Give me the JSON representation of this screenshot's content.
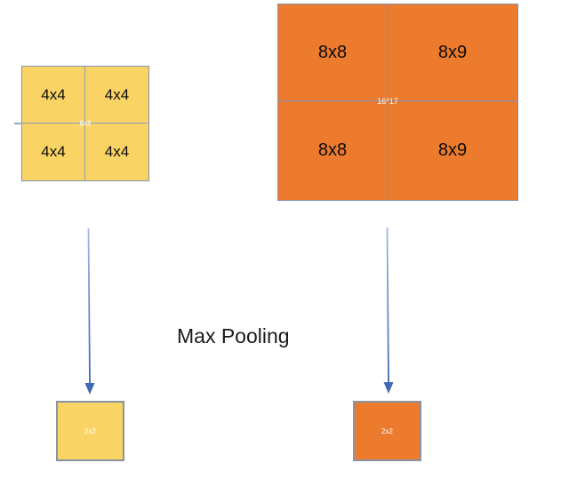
{
  "title": "Max Pooling",
  "colors": {
    "yellow_fill": "#FAD365",
    "orange_fill": "#EC7B2E",
    "box_border": "#8394AD",
    "divider_line": "#7E8EBD",
    "arrow_blue": "#4472C4",
    "cell_text": "#0D0D0D",
    "size_label_text": "#FFFFFF"
  },
  "yellow_grid": {
    "cells": [
      "4x4",
      "4x4",
      "4x4",
      "4x4"
    ],
    "center_label": "8x8",
    "output_label": "2x2"
  },
  "orange_grid": {
    "cells": [
      "8x8",
      "8x9",
      "8x8",
      "8x9"
    ],
    "center_label": "16*17",
    "output_label": "2x2"
  }
}
